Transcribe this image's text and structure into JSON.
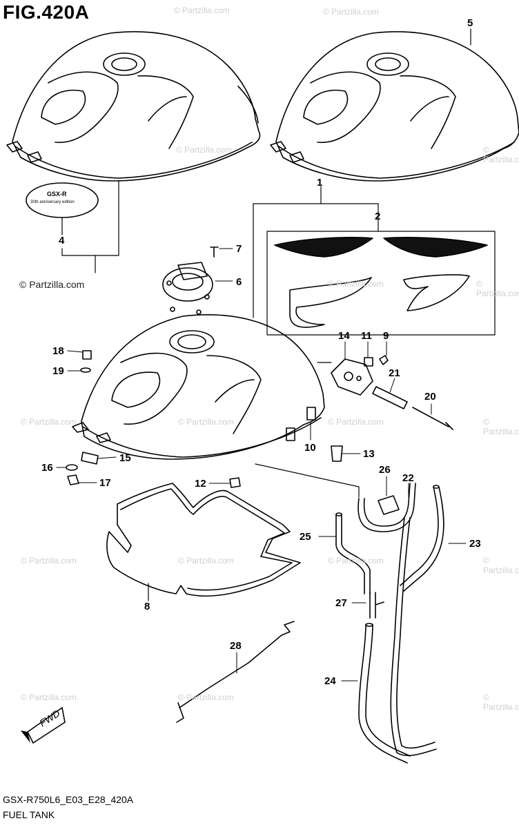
{
  "figure": {
    "title": "FIG.420A",
    "model_code": "GSX-R750L6_E03_E28_420A",
    "group_name": "FUEL TANK"
  },
  "watermark": {
    "text": "© Partzilla.com"
  },
  "decal": {
    "line1": "GSX-R",
    "line2": "30th anniversary edition"
  },
  "badge": {
    "text": "FWD"
  },
  "callouts": [
    "1",
    "2",
    "4",
    "5",
    "6",
    "7",
    "8",
    "9",
    "10",
    "11",
    "12",
    "13",
    "14",
    "15",
    "16",
    "17",
    "18",
    "19",
    "20",
    "21",
    "22",
    "23",
    "24",
    "25",
    "26",
    "27",
    "28"
  ],
  "colors": {
    "line": "#000000",
    "watermark": "#cfcfcf",
    "background": "#ffffff"
  }
}
